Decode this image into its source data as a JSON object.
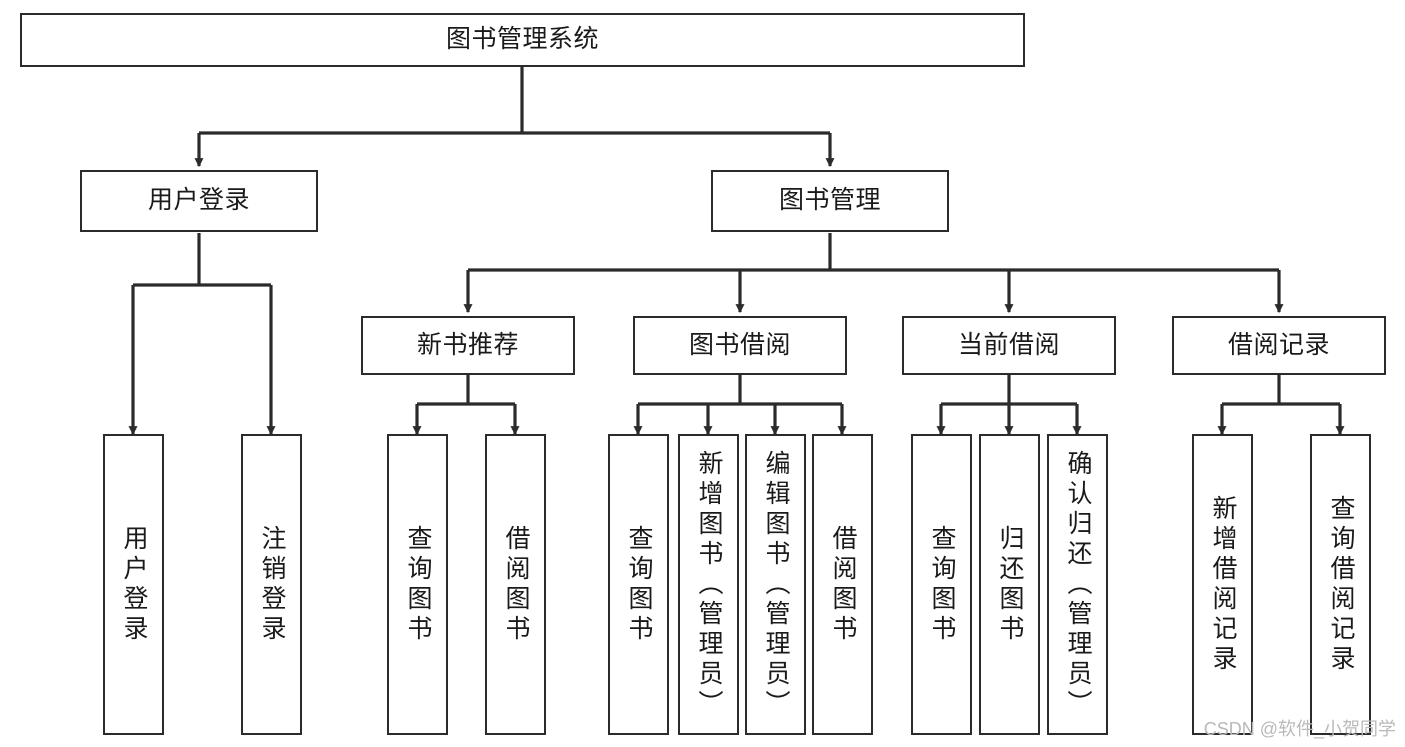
{
  "diagram": {
    "type": "tree-hierarchy-flowchart",
    "title": "图书管理系统",
    "background_color": "#ffffff",
    "stroke_color": "#2b2b2b",
    "text_color": "#1a1a1a",
    "watermark": "CSDN @软件_小贺同学",
    "levels": [
      {
        "level": 1,
        "nodes": [
          {
            "id": "root",
            "label": "图书管理系统",
            "orientation": "horizontal"
          }
        ]
      },
      {
        "level": 2,
        "nodes": [
          {
            "id": "login",
            "label": "用户登录",
            "orientation": "horizontal",
            "parent": "root"
          },
          {
            "id": "bookmgmt",
            "label": "图书管理",
            "orientation": "horizontal",
            "parent": "root"
          }
        ]
      },
      {
        "level": 3,
        "nodes": [
          {
            "id": "newbook",
            "label": "新书推荐",
            "orientation": "horizontal",
            "parent": "bookmgmt"
          },
          {
            "id": "borrow",
            "label": "图书借阅",
            "orientation": "horizontal",
            "parent": "bookmgmt"
          },
          {
            "id": "current",
            "label": "当前借阅",
            "orientation": "horizontal",
            "parent": "bookmgmt"
          },
          {
            "id": "records",
            "label": "借阅记录",
            "orientation": "horizontal",
            "parent": "bookmgmt"
          }
        ]
      },
      {
        "level": 4,
        "nodes": [
          {
            "id": "leaf-user-login",
            "label": "用户登录",
            "orientation": "vertical",
            "parent": "login"
          },
          {
            "id": "leaf-user-logout",
            "label": "注销登录",
            "orientation": "vertical",
            "parent": "login"
          },
          {
            "id": "leaf-query-book-1",
            "label": "查询图书",
            "orientation": "vertical",
            "parent": "newbook"
          },
          {
            "id": "leaf-borrow-book-1",
            "label": "借阅图书",
            "orientation": "vertical",
            "parent": "newbook"
          },
          {
            "id": "leaf-query-book-2",
            "label": "查询图书",
            "orientation": "vertical",
            "parent": "borrow"
          },
          {
            "id": "leaf-add-book",
            "label": "新增图书（管理员）",
            "orientation": "vertical",
            "parent": "borrow"
          },
          {
            "id": "leaf-edit-book",
            "label": "编辑图书（管理员）",
            "orientation": "vertical",
            "parent": "borrow"
          },
          {
            "id": "leaf-borrow-book-2",
            "label": "借阅图书",
            "orientation": "vertical",
            "parent": "borrow"
          },
          {
            "id": "leaf-query-book-3",
            "label": "查询图书",
            "orientation": "vertical",
            "parent": "current"
          },
          {
            "id": "leaf-return-book",
            "label": "归还图书",
            "orientation": "vertical",
            "parent": "current"
          },
          {
            "id": "leaf-confirm-return",
            "label": "确认归还（管理员）",
            "orientation": "vertical",
            "parent": "current"
          },
          {
            "id": "leaf-add-record",
            "label": "新增借阅记录",
            "orientation": "vertical",
            "parent": "records"
          },
          {
            "id": "leaf-query-record",
            "label": "查询借阅记录",
            "orientation": "vertical",
            "parent": "records"
          }
        ]
      }
    ]
  }
}
